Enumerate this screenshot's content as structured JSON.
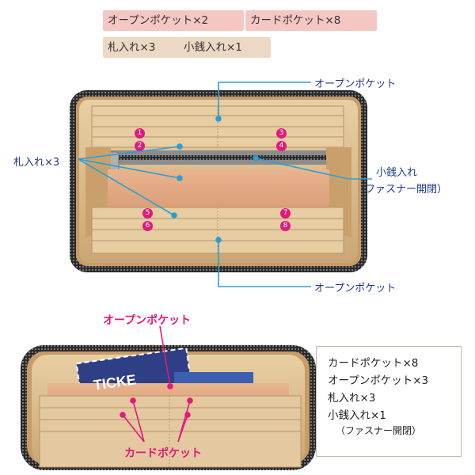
{
  "top_tags": {
    "open_pocket": "オープンポケット×2",
    "card_pocket": "カードポケット×8",
    "bill": "札入れ×3",
    "coin": "小銭入れ×1"
  },
  "callouts": {
    "open_pocket_top": "オープンポケット",
    "bill_slots": "札入れ×3",
    "coin_purse": "小銭入れ",
    "coin_purse_sub": "（ファスナー開閉）",
    "open_pocket_bottom": "オープンポケット",
    "open_pocket_detail": "オープンポケット",
    "card_pocket_detail": "カードポケット"
  },
  "numbers": [
    "1",
    "2",
    "3",
    "4",
    "5",
    "6",
    "7",
    "8"
  ],
  "ticket_text": "TICKE",
  "spec_box": {
    "line1": "カードポケット×8",
    "line2": "オープンポケット×3",
    "line3": "札入れ×3",
    "line4": "小銭入れ×1",
    "line5": "（ファスナー開閉）"
  },
  "colors": {
    "tag_pink": "#f4c7c3",
    "tag_tan": "#ecd9c4",
    "leather": "#d9b98a",
    "callout_blue": "#1a3a8f",
    "accent_pink": "#e2197d"
  }
}
